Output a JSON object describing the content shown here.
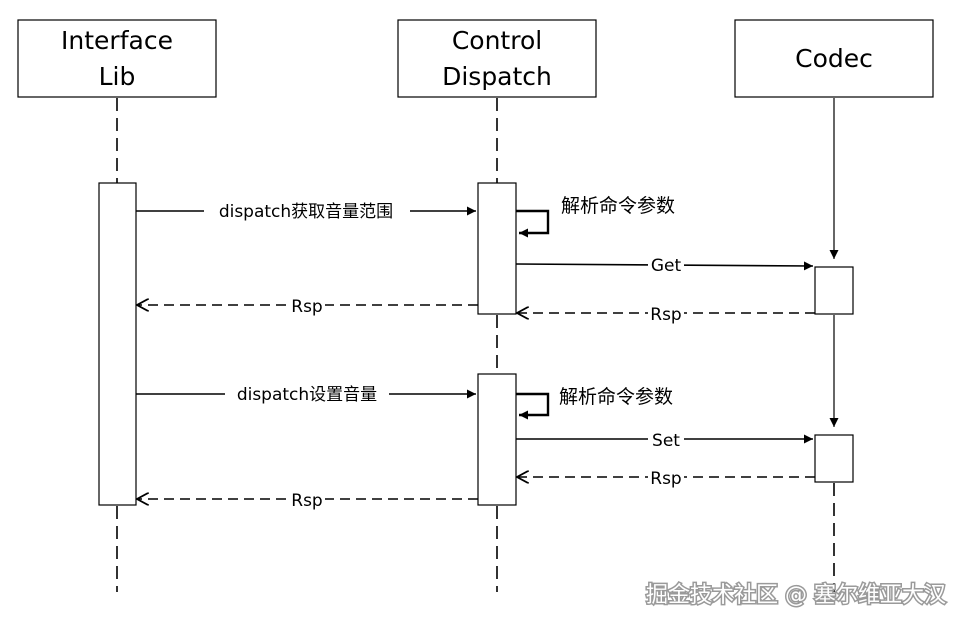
{
  "participants": [
    {
      "id": "interface-lib",
      "lines": [
        "Interface",
        "Lib"
      ]
    },
    {
      "id": "control-dispatch",
      "lines": [
        "Control",
        "Dispatch"
      ]
    },
    {
      "id": "codec",
      "lines": [
        "Codec"
      ]
    }
  ],
  "messages": [
    {
      "id": "msg-dispatch-get-range",
      "label": "dispatch获取音量范围",
      "style": "solid",
      "from": "interface-lib",
      "to": "control-dispatch"
    },
    {
      "id": "msg-parse-1",
      "label": "解析命令参数",
      "style": "self",
      "from": "control-dispatch",
      "to": "control-dispatch"
    },
    {
      "id": "msg-get",
      "label": "Get",
      "style": "solid",
      "from": "control-dispatch",
      "to": "codec"
    },
    {
      "id": "msg-rsp-codec-1",
      "label": "Rsp",
      "style": "dashed",
      "from": "codec",
      "to": "control-dispatch"
    },
    {
      "id": "msg-rsp-dispatch-1",
      "label": "Rsp",
      "style": "dashed",
      "from": "control-dispatch",
      "to": "interface-lib"
    },
    {
      "id": "msg-dispatch-set-volume",
      "label": "dispatch设置音量",
      "style": "solid",
      "from": "interface-lib",
      "to": "control-dispatch"
    },
    {
      "id": "msg-parse-2",
      "label": "解析命令参数",
      "style": "self",
      "from": "control-dispatch",
      "to": "control-dispatch"
    },
    {
      "id": "msg-set",
      "label": "Set",
      "style": "solid",
      "from": "control-dispatch",
      "to": "codec"
    },
    {
      "id": "msg-rsp-codec-2",
      "label": "Rsp",
      "style": "dashed",
      "from": "codec",
      "to": "control-dispatch"
    },
    {
      "id": "msg-rsp-dispatch-2",
      "label": "Rsp",
      "style": "dashed",
      "from": "control-dispatch",
      "to": "interface-lib"
    }
  ],
  "watermark": "掘金技术社区 @ 塞尔维亚大汉"
}
